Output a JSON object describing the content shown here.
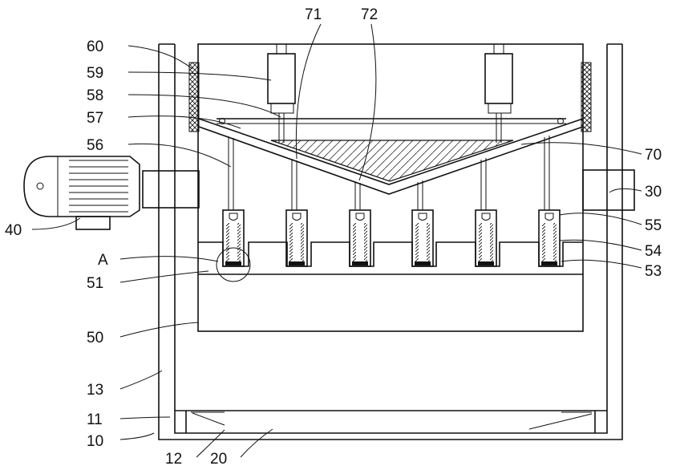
{
  "figure": {
    "labels": {
      "l10": "10",
      "l11": "11",
      "l12": "12",
      "l13": "13",
      "l20": "20",
      "l30": "30",
      "l40": "40",
      "l50": "50",
      "l51": "51",
      "l53": "53",
      "l54": "54",
      "l55": "55",
      "l56": "56",
      "l57": "57",
      "l58": "58",
      "l59": "59",
      "l60": "60",
      "l70": "70",
      "l71": "71",
      "l72": "72",
      "lA": "A"
    }
  }
}
